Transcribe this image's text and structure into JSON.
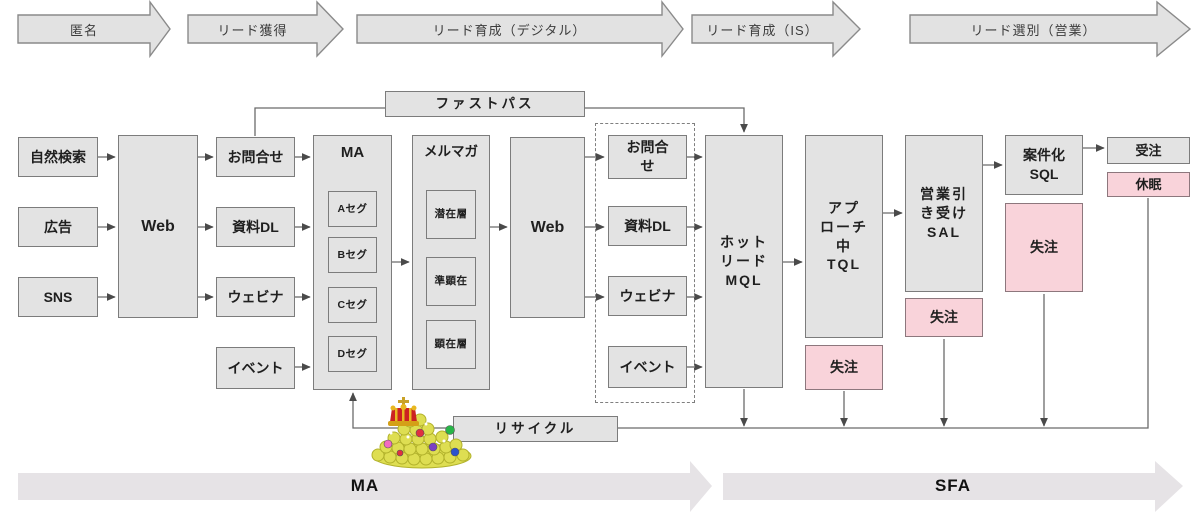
{
  "stages": [
    {
      "label": "匿名"
    },
    {
      "label": "リード獲得"
    },
    {
      "label": "リード育成（デジタル）"
    },
    {
      "label": "リード育成（IS）"
    },
    {
      "label": "リード選別（営業）"
    }
  ],
  "sources": [
    {
      "label": "自然検索"
    },
    {
      "label": "広告"
    },
    {
      "label": "SNS"
    }
  ],
  "web1": {
    "label": "Web"
  },
  "conversions_first": [
    {
      "label": "お問合せ"
    },
    {
      "label": "資料DL"
    },
    {
      "label": "ウェビナ"
    },
    {
      "label": "イベント"
    }
  ],
  "ma_box": {
    "title": "MA",
    "segments": [
      {
        "label": "Aセグ"
      },
      {
        "label": "Bセグ"
      },
      {
        "label": "Cセグ"
      },
      {
        "label": "Dセグ"
      }
    ]
  },
  "mailmag_box": {
    "title": "メルマガ",
    "layers": [
      {
        "label": "潜在層"
      },
      {
        "label": "準顕在"
      },
      {
        "label": "顕在層"
      }
    ]
  },
  "web2": {
    "label": "Web"
  },
  "conversions_second": [
    {
      "label": "お問合\nせ"
    },
    {
      "label": "資料DL"
    },
    {
      "label": "ウェビナ"
    },
    {
      "label": "イベント"
    }
  ],
  "fastpass": {
    "label": "ファストパス"
  },
  "recycle": {
    "label": "リサイクル"
  },
  "funnel": {
    "mql": {
      "label": "ホット\nリード\nMQL"
    },
    "tql": {
      "label": "アプ\nローチ\n中\nTQL"
    },
    "tql_lost": {
      "label": "失注"
    },
    "sal": {
      "label": "営業引\nき受け\nSAL"
    },
    "sal_lost": {
      "label": "失注"
    },
    "sql": {
      "label": "案件化\nSQL"
    },
    "sql_lost": {
      "label": "失注"
    },
    "won": {
      "label": "受注"
    },
    "dormant": {
      "label": "休眠"
    }
  },
  "systems": [
    {
      "label": "MA"
    },
    {
      "label": "SFA"
    }
  ],
  "colors": {
    "box_fill": "#e3e3e3",
    "box_border": "#7c7c7c",
    "pink_fill": "#f9d3da",
    "stage_arrow_fill": "#e2e2e2",
    "system_arrow_fill": "#e6e3e6",
    "connector": "#6b6b6b"
  }
}
